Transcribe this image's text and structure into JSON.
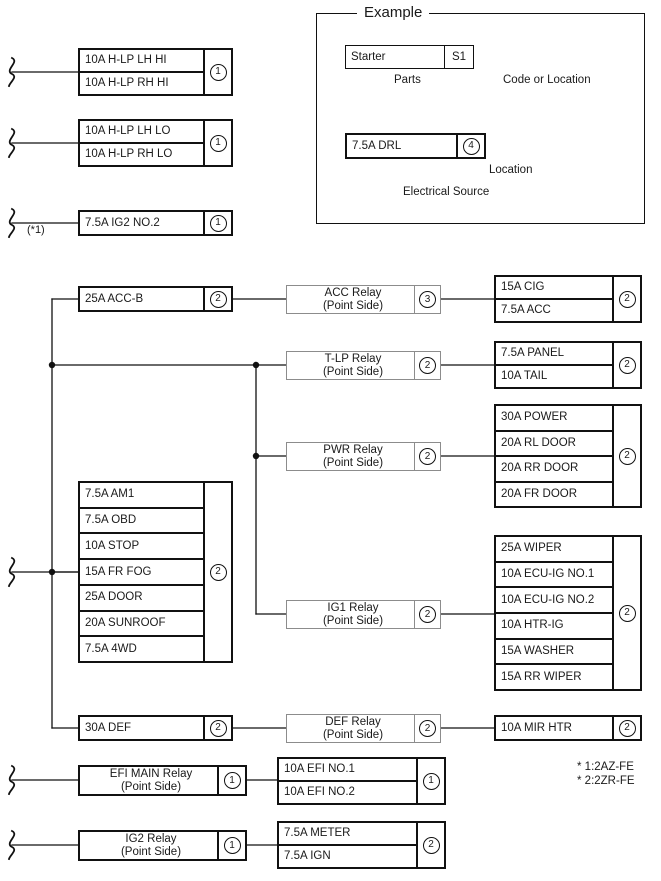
{
  "example": {
    "title": "Example",
    "starter": {
      "label": "Starter",
      "code": "S1"
    },
    "starter_callouts": {
      "parts": "Parts",
      "code_or_location": "Code or Location"
    },
    "drl": {
      "label": "7.5A DRL",
      "code": "4"
    },
    "drl_callouts": {
      "location": "Location",
      "electrical_source": "Electrical Source"
    }
  },
  "top_groups": [
    {
      "rows": [
        "10A H-LP LH HI",
        "10A H-LP RH HI"
      ],
      "code": "1"
    },
    {
      "rows": [
        "10A H-LP LH LO",
        "10A H-LP RH LO"
      ],
      "code": "1"
    },
    {
      "rows": [
        "7.5A IG2 NO.2"
      ],
      "code": "1",
      "note": "(*1)"
    }
  ],
  "main": {
    "acc_b": {
      "rows": [
        "25A ACC-B"
      ],
      "code": "2"
    },
    "acc_relay": {
      "rows": [
        "ACC Relay",
        "(Point Side)"
      ],
      "code": "3"
    },
    "acc_fuses": {
      "rows": [
        "15A CIG",
        "7.5A ACC"
      ],
      "code": "2"
    },
    "tlp_relay": {
      "rows": [
        "T-LP Relay",
        "(Point Side)"
      ],
      "code": "2"
    },
    "tlp_fuses": {
      "rows": [
        "7.5A PANEL",
        "10A TAIL"
      ],
      "code": "2"
    },
    "pwr_relay": {
      "rows": [
        "PWR Relay",
        "(Point Side)"
      ],
      "code": "2"
    },
    "pwr_fuses": {
      "rows": [
        "30A POWER",
        "20A RL DOOR",
        "20A RR DOOR",
        "20A FR DOOR"
      ],
      "code": "2"
    },
    "battery_block": {
      "rows": [
        "7.5A AM1",
        "7.5A OBD",
        "10A STOP",
        "15A FR FOG",
        "25A DOOR",
        "20A SUNROOF",
        "7.5A 4WD"
      ],
      "code": "2"
    },
    "ig1_relay": {
      "rows": [
        "IG1 Relay",
        "(Point Side)"
      ],
      "code": "2"
    },
    "ig1_fuses": {
      "rows": [
        "25A WIPER",
        "10A ECU-IG NO.1",
        "10A ECU-IG NO.2",
        "10A HTR-IG",
        "15A WASHER",
        "15A RR WIPER"
      ],
      "code": "2"
    },
    "def": {
      "rows": [
        "30A DEF"
      ],
      "code": "2"
    },
    "def_relay": {
      "rows": [
        "DEF Relay",
        "(Point Side)"
      ],
      "code": "2"
    },
    "def_fuses": {
      "rows": [
        "10A MIR HTR"
      ],
      "code": "2"
    },
    "efi_main_relay": {
      "rows": [
        "EFI MAIN Relay",
        "(Point Side)"
      ],
      "code": "1"
    },
    "efi_fuses": {
      "rows": [
        "10A EFI NO.1",
        "10A EFI NO.2"
      ],
      "code": "1"
    },
    "ig2_relay": {
      "rows": [
        "IG2 Relay",
        "(Point Side)"
      ],
      "code": "1"
    },
    "ig2_fuses": {
      "rows": [
        "7.5A METER",
        "7.5A IGN"
      ],
      "code": "2"
    }
  },
  "footnote": "* 1:2AZ-FE\n* 2:2ZR-FE",
  "colors": {
    "line": "#111111",
    "thin_line": "#8c8c8c",
    "background": "#ffffff"
  }
}
